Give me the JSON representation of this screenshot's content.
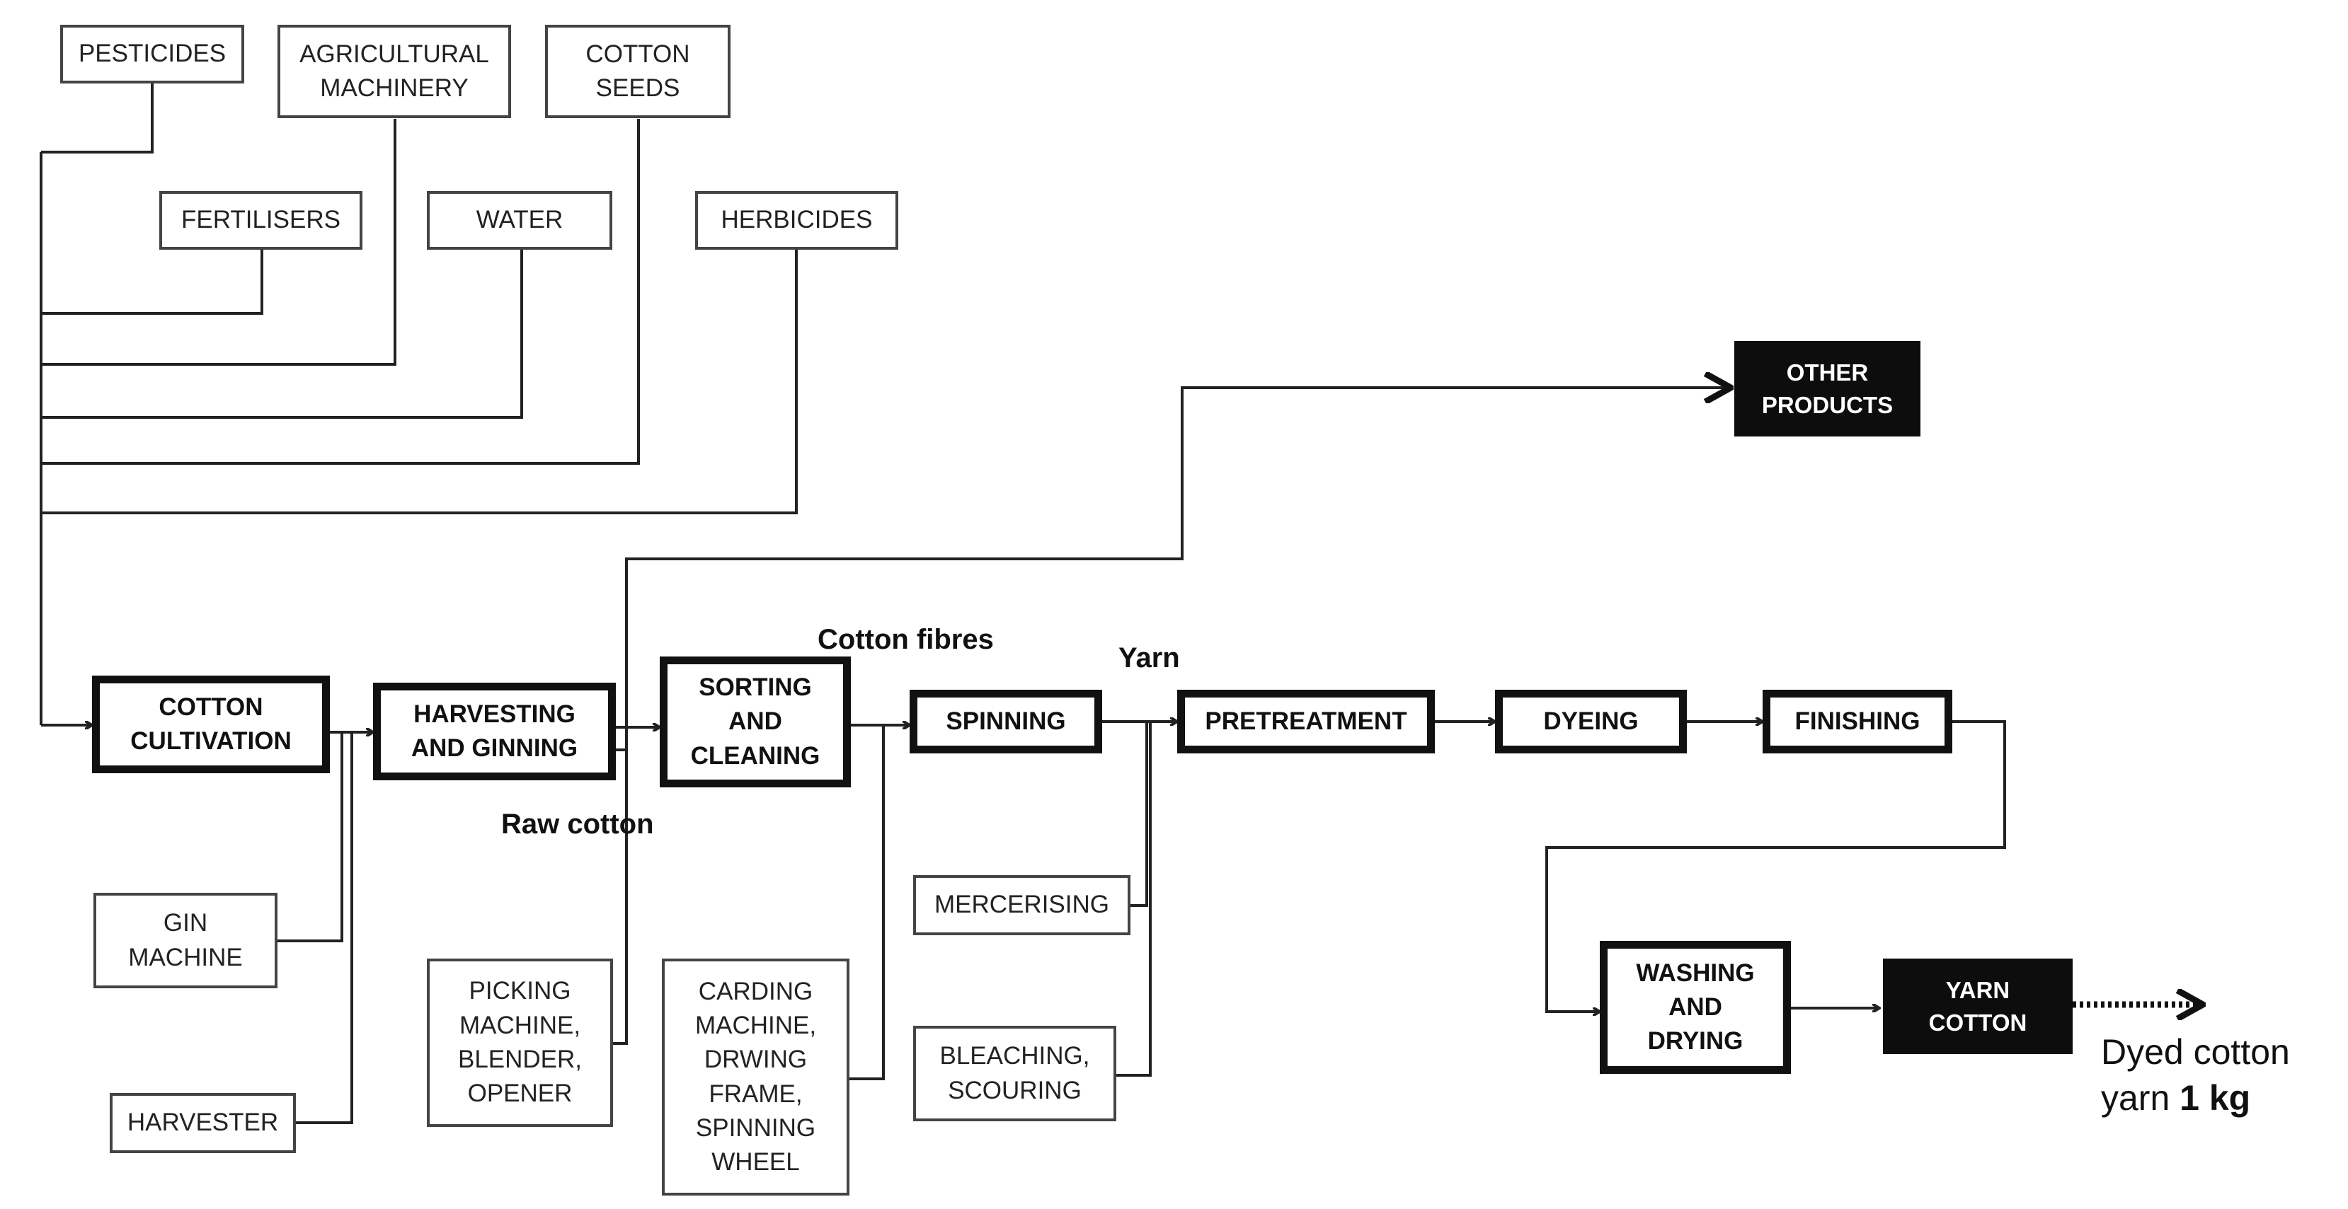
{
  "inputs": {
    "pesticides": [
      "PESTICIDES"
    ],
    "agricultural_machinery": [
      "AGRICULTURAL",
      "MACHINERY"
    ],
    "cotton_seeds": [
      "COTTON",
      "SEEDS"
    ],
    "fertilisers": [
      "FERTILISERS"
    ],
    "water": [
      "WATER"
    ],
    "herbicides": [
      "HERBICIDES"
    ],
    "gin_machine": [
      "GIN",
      "MACHINE"
    ],
    "harvester": [
      "HARVESTER"
    ],
    "picking_machine": [
      "PICKING",
      "MACHINE,",
      "BLENDER,",
      "OPENER"
    ],
    "carding_machine": [
      "CARDING",
      "MACHINE,",
      "DRWING",
      "FRAME,",
      "SPINNING",
      "WHEEL"
    ],
    "mercerising": [
      "MERCERISING"
    ],
    "bleaching": [
      "BLEACHING,",
      "SCOURING"
    ]
  },
  "processes": {
    "cotton_cultivation": [
      "COTTON",
      "CULTIVATION"
    ],
    "harvesting_ginning": [
      "HARVESTING",
      "AND GINNING"
    ],
    "sorting_cleaning": [
      "SORTING",
      "AND",
      "CLEANING"
    ],
    "spinning": [
      "SPINNING"
    ],
    "pretreatment": [
      "PRETREATMENT"
    ],
    "dyeing": [
      "DYEING"
    ],
    "finishing": [
      "FINISHING"
    ],
    "washing_drying": [
      "WASHING",
      "AND",
      "DRYING"
    ]
  },
  "outputs": {
    "other_products": [
      "OTHER",
      "PRODUCTS"
    ],
    "yarn_cotton": [
      "YARN",
      "COTTON"
    ]
  },
  "labels": {
    "raw_cotton": "Raw cotton",
    "cotton_fibres": "Cotton fibres",
    "yarn": "Yarn",
    "final_line1": "Dyed cotton",
    "final_prefix": "yarn ",
    "final_quantity": "1 kg"
  }
}
